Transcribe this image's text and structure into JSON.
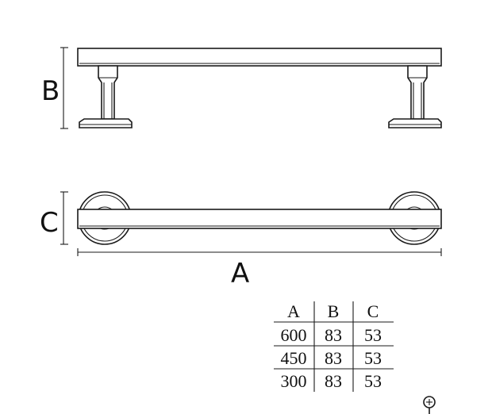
{
  "labels": {
    "height": "B",
    "depth": "C",
    "length": "A"
  },
  "table": {
    "headers": [
      "A",
      "B",
      "C"
    ],
    "rows": [
      [
        "600",
        "83",
        "53"
      ],
      [
        "450",
        "83",
        "53"
      ],
      [
        "300",
        "83",
        "53"
      ]
    ]
  }
}
